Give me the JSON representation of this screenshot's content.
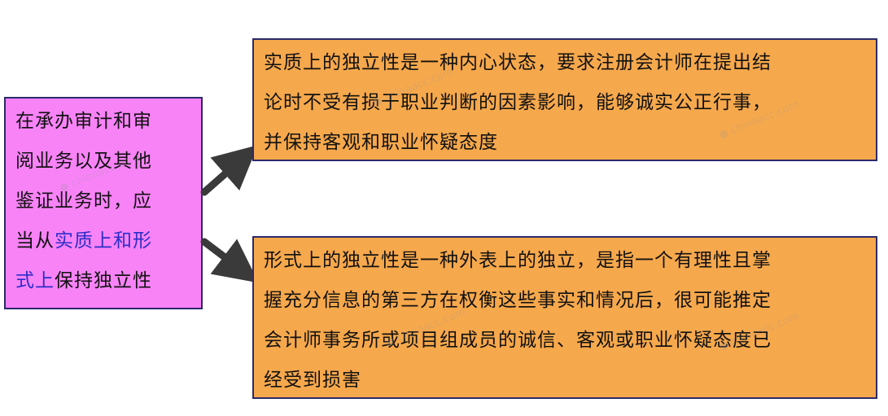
{
  "left_box": {
    "lines": [
      [
        {
          "text": "在承办审计和审",
          "highlight": false
        }
      ],
      [
        {
          "text": "阅业务以及其他",
          "highlight": false
        }
      ],
      [
        {
          "text": "鉴证业务时，应",
          "highlight": false
        }
      ],
      [
        {
          "text": "当从",
          "highlight": false
        },
        {
          "text": "实质上和形",
          "highlight": true
        }
      ],
      [
        {
          "text": "式上",
          "highlight": true
        },
        {
          "text": "保持独立性",
          "highlight": false
        }
      ]
    ]
  },
  "top_box": {
    "lines": [
      "实质上的独立性是一种内心状态，要求注册会计师在提出结",
      "论时不受有损于职业判断的因素影响，能够诚实公正行事，",
      "并保持客观和职业怀疑态度"
    ]
  },
  "bottom_box": {
    "lines": [
      "形式上的独立性是一种外表上的独立，是指一个有理性且掌",
      "握充分信息的第三方在权衡这些事实和情况后，很可能推定",
      "会计师事务所或项目组成员的诚信、客观或职业怀疑态度已",
      "经受到损害"
    ]
  },
  "colors": {
    "left_fill": "#f883f7",
    "right_fill": "#f6a84c",
    "border": "#2b2a6a",
    "highlight_text": "#2b2ec8",
    "arrow": "#3a3a3a"
  }
}
